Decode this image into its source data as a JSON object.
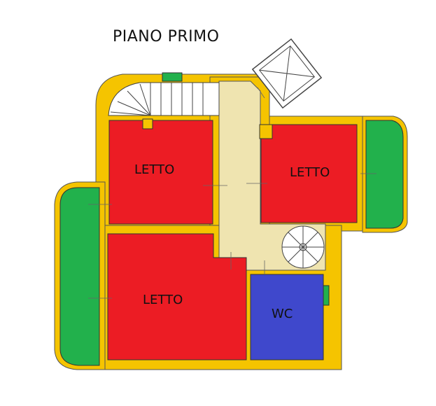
{
  "title": "PIANO PRIMO",
  "rooms": {
    "bedroom_top_left": "LETTO",
    "bedroom_top_right": "LETTO",
    "bedroom_bottom_left": "LETTO",
    "bathroom": "WC"
  },
  "colors": {
    "wall": "#f5c400",
    "bedroom": "#ec1c24",
    "bathroom": "#3f48cc",
    "balcony": "#22b14c",
    "corridor": "#efe4b0",
    "outline": "#555555"
  }
}
